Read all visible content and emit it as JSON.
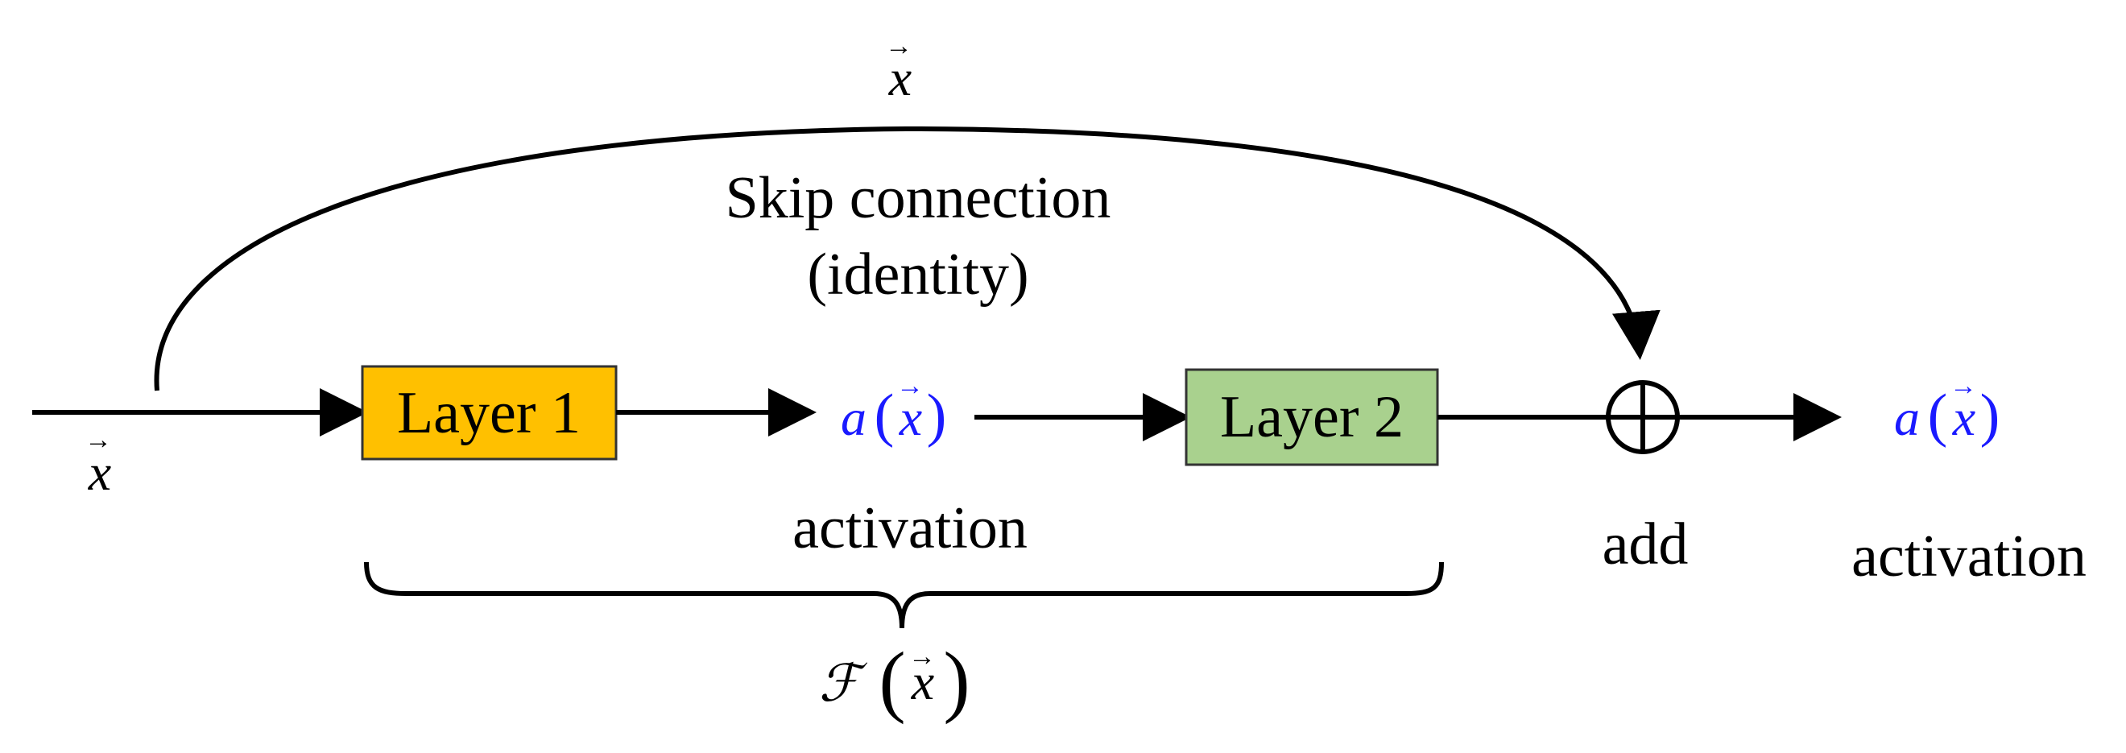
{
  "input": {
    "var": "x",
    "vec": "→"
  },
  "skip": {
    "var": "x",
    "vec": "→",
    "label_line1": "Skip connection",
    "label_line2": "(identity)"
  },
  "layer1": {
    "label": "Layer 1"
  },
  "layer2": {
    "label": "Layer 2"
  },
  "mid_output": {
    "func": "a",
    "var": "x",
    "open": "(",
    "close": ")",
    "vec": "→",
    "caption": "activation"
  },
  "add": {
    "caption": "add"
  },
  "final_output": {
    "func": "a",
    "var": "x",
    "open": "(",
    "close": ")",
    "vec": "→",
    "caption": "activation"
  },
  "residual": {
    "func": "ℱ",
    "var": "x",
    "open": "(",
    "close": ")",
    "vec": "→"
  },
  "colors": {
    "layer1_fill": "#FFC000",
    "layer2_fill": "#A9D18E",
    "accent_blue": "#1a1aff",
    "stroke": "#000000"
  }
}
